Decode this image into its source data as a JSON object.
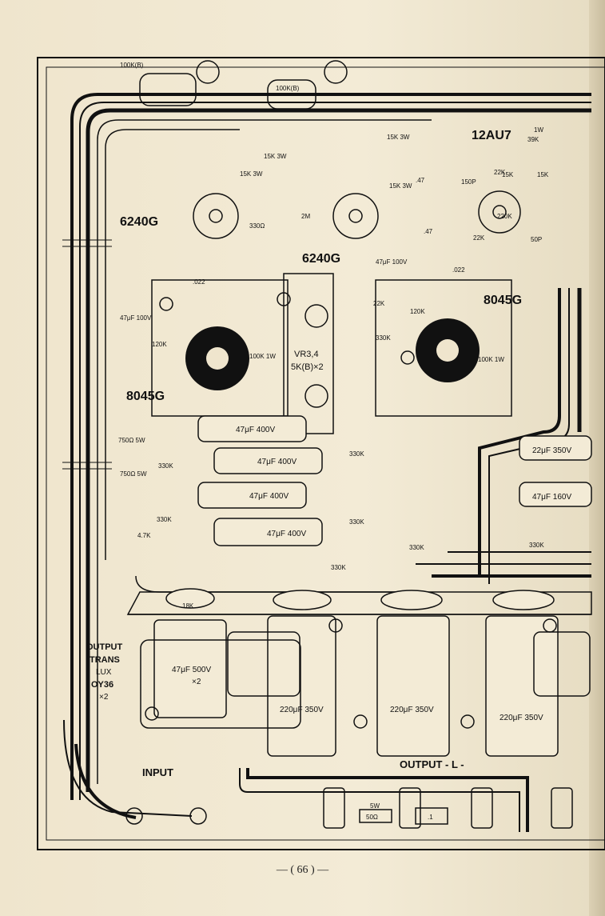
{
  "labels": {
    "tube_6240g_left": "6240G",
    "tube_6240g_mid": "6240G",
    "tube_12au7": "12AU7",
    "tube_8045g_right": "8045G",
    "tube_8045g_left": "8045G",
    "vr_line1": "VR3,4",
    "vr_line2": "5K(B)×2",
    "output_trans": [
      "OUTPUT",
      "TRANS",
      "LUX",
      "OY36",
      "×2"
    ],
    "input": "INPUT",
    "output_l": "OUTPUT - L -"
  },
  "components": {
    "r_100kb_a": "100K(B)",
    "r_100kb_b": "100K(B)",
    "r_15k3w_a": "15K 3W",
    "r_15k3w_b": "15K 3W",
    "r_15k3w_c": "15K 3W",
    "r_15k3w_d": "15K 3W",
    "r_1w": "1W",
    "r_39k": "39K",
    "r_22k_a": "22K",
    "r_15k": "15K",
    "r_15k_b": "15K",
    "c_150p": "150P",
    "c_47": ".47",
    "c_47b": ".47",
    "r_330": "330Ω",
    "r_2m": "2M",
    "r_220k": "220K",
    "r_22k_b": "22K",
    "c_50p": "50P",
    "c_022_a": ".022",
    "c_022_b": ".022",
    "c_47uf100v_a": "47μF 100V",
    "c_47uf100v_b": "47μF 100V",
    "r_22k_c": "22K",
    "r_120k_a": "120K",
    "r_120k_b": "120K",
    "r_100k1w_a": "100K 1W",
    "r_100k1w_b": "100K 1W",
    "r_750_a": "750Ω 5W",
    "r_750_b": "750Ω 5W",
    "r_330k_a": "330K",
    "r_330k_b": "330K",
    "r_330k_c": "330K",
    "r_330k_d": "330K",
    "r_330k_e": "330K",
    "r_330k_f": "330K",
    "r_330k_g": "330K",
    "r_330k_h": "330K",
    "r_4_7k": "4.7K",
    "c_47uf400v_a": "47μF 400V",
    "c_47uf400v_b": "47μF 400V",
    "c_47uf400v_c": "47μF 400V",
    "c_47uf400v_d": "47μF 400V",
    "c_22uf350v": "22μF 350V",
    "c_47uf160v": "47μF 160V",
    "c_47uf500v": "47μF 500V",
    "c_47uf500v_x2": "×2",
    "c_220uf_a": "220μF 350V",
    "c_220uf_b": "220μF 350V",
    "c_220uf_c": "220μF 350V",
    "r_18k": "18K",
    "r_5w": "5W",
    "r_50": "50Ω",
    "c_1": ".1"
  },
  "page_number": "— ( 66 ) —"
}
